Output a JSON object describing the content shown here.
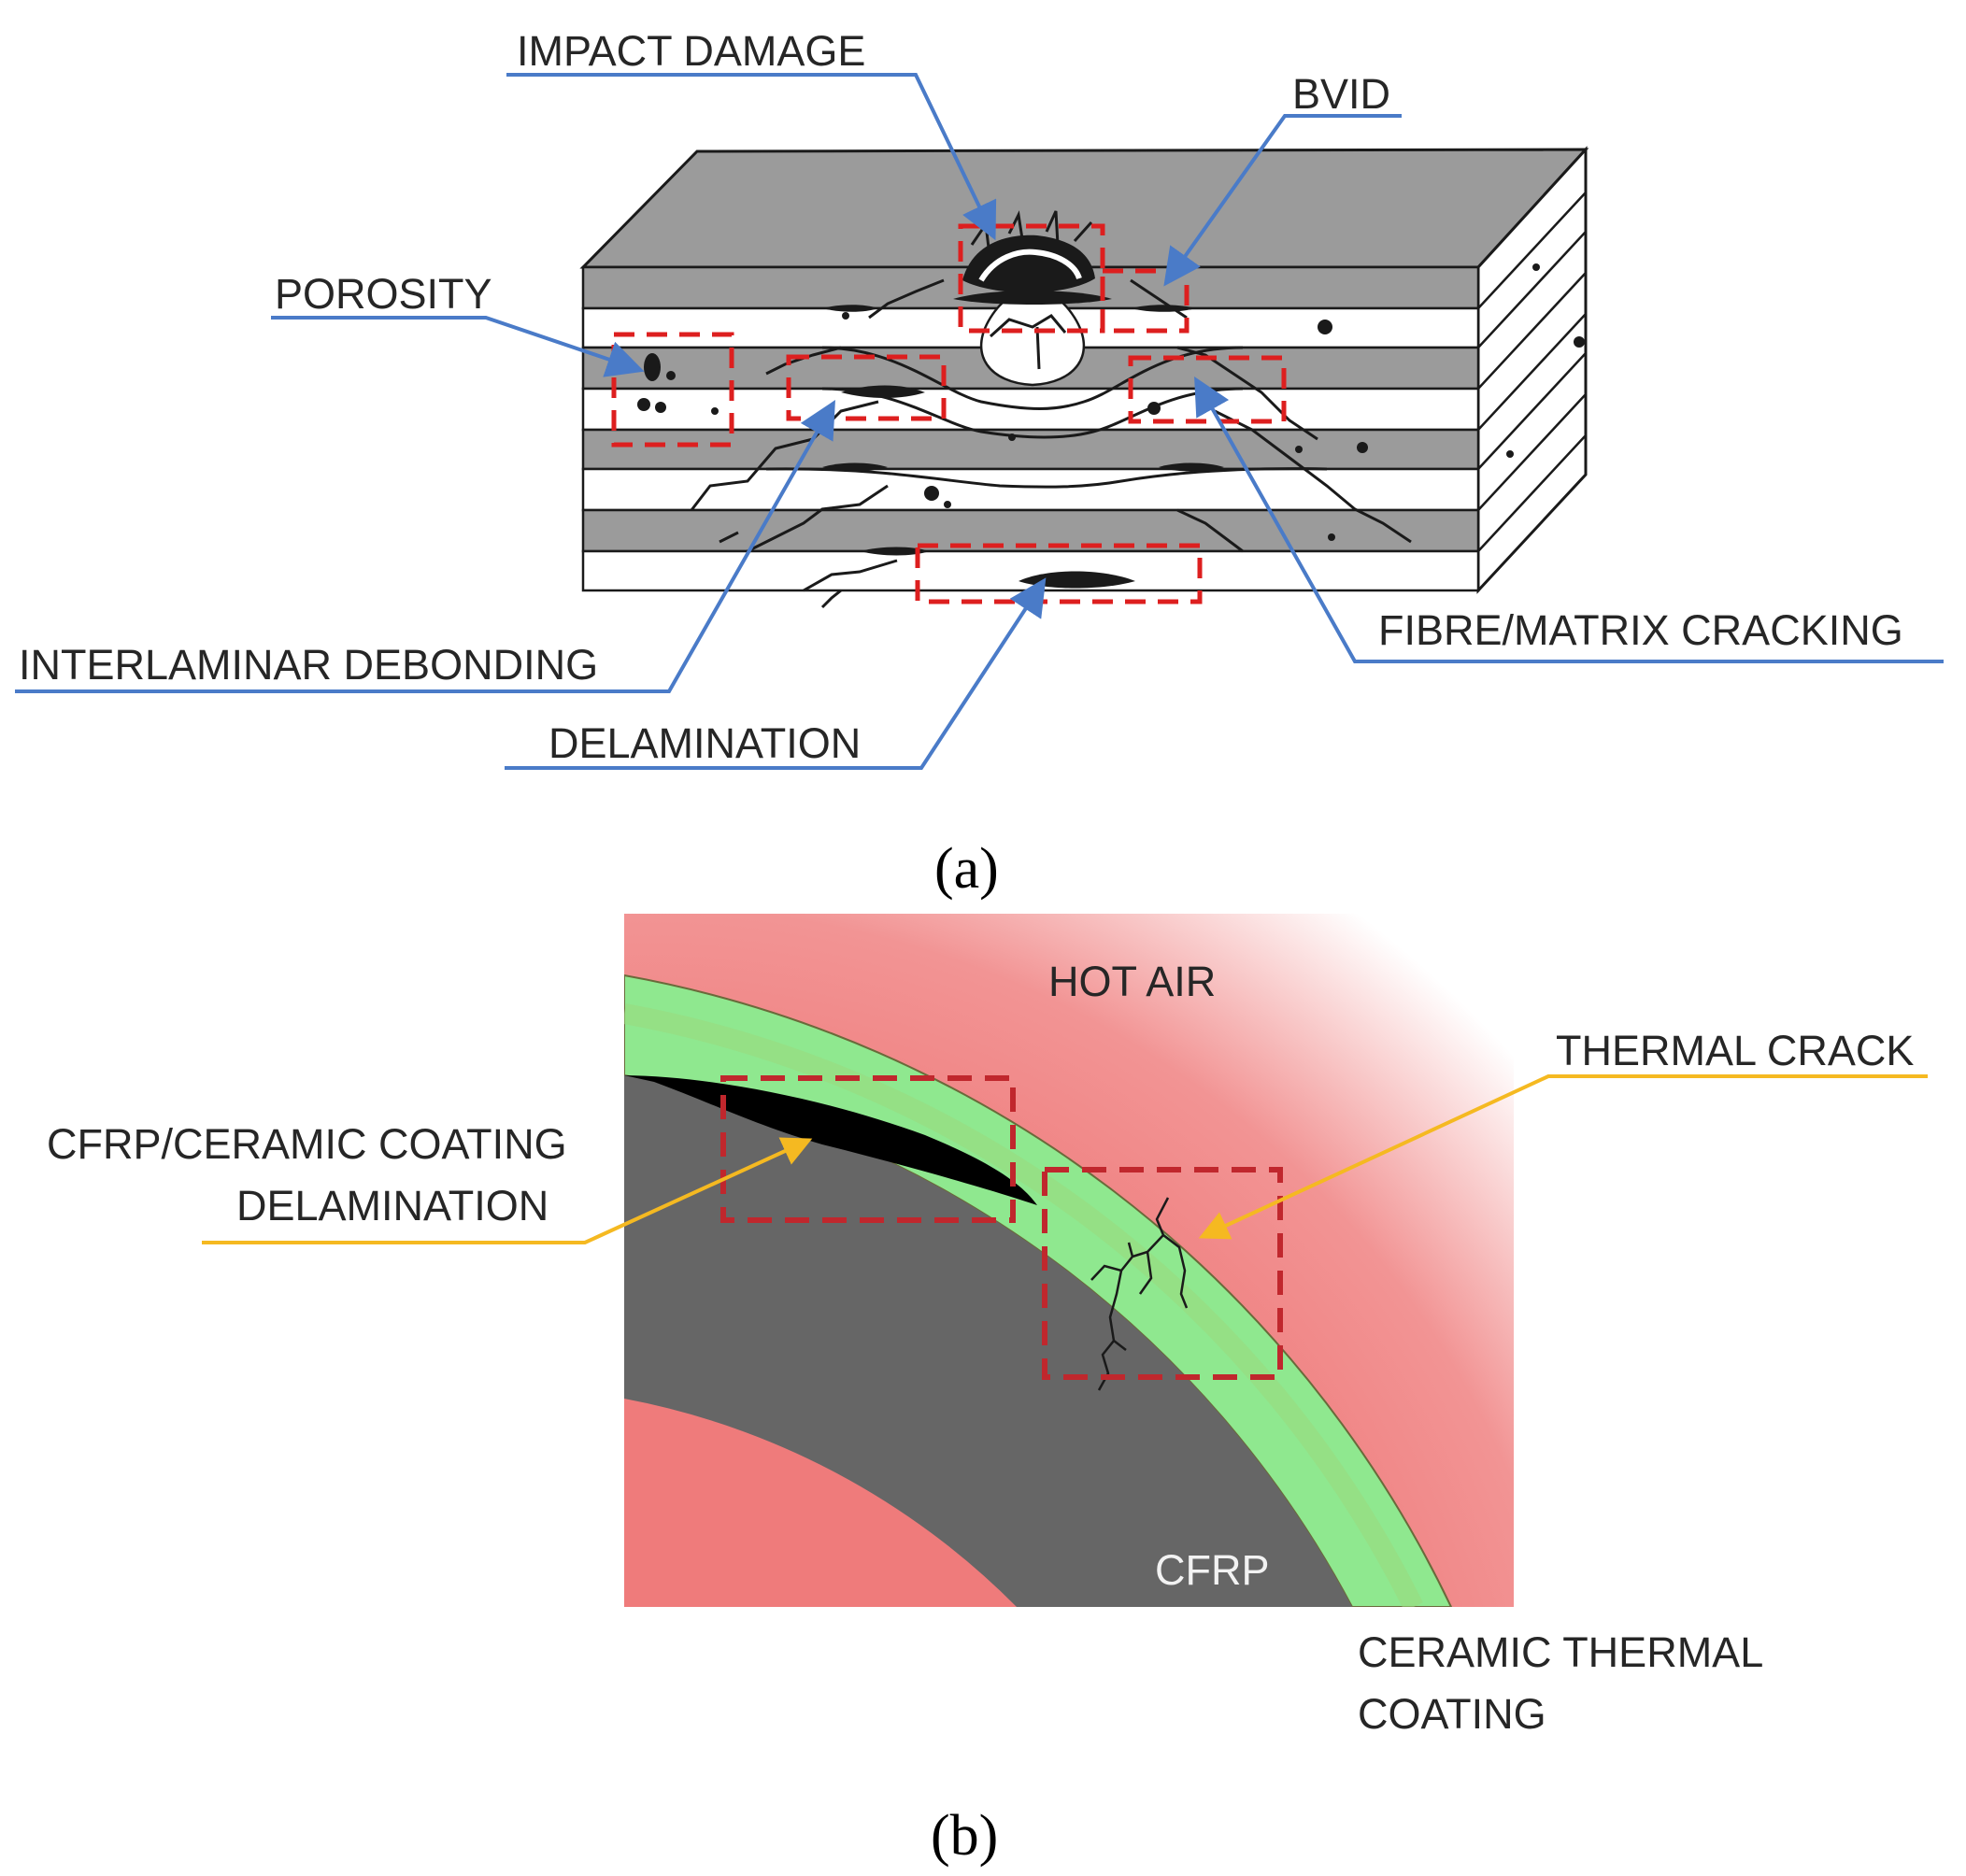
{
  "panel_a": {
    "caption": "(a)",
    "labels": {
      "impact_damage": "IMPACT DAMAGE",
      "bvid": "BVID",
      "porosity": "POROSITY",
      "interlaminar_debonding": "INTERLAMINAR DEBONDING",
      "delamination": "DELAMINATION",
      "fibre_matrix_cracking": "FIBRE/MATRIX CRACKING"
    },
    "colors": {
      "ply_grey": "#9a9a9a",
      "ply_white": "#ffffff",
      "leader": "#4a7bc8",
      "box": "#dd1f1f"
    }
  },
  "panel_b": {
    "caption": "(b)",
    "labels": {
      "hot_air": "HOT AIR",
      "thermal_crack": "THERMAL CRACK",
      "coating_delamination_line1": "CFRP/CERAMIC COATING",
      "coating_delamination_line2": "DELAMINATION",
      "cfrp": "CFRP",
      "ceramic_line1": "CERAMIC THERMAL",
      "ceramic_line2": "COATING"
    },
    "colors": {
      "hot_air": "#ef7b7b",
      "coating": "#8fe88f",
      "cfrp": "#666666",
      "leader": "#f5b921",
      "box": "#c0272d"
    }
  }
}
